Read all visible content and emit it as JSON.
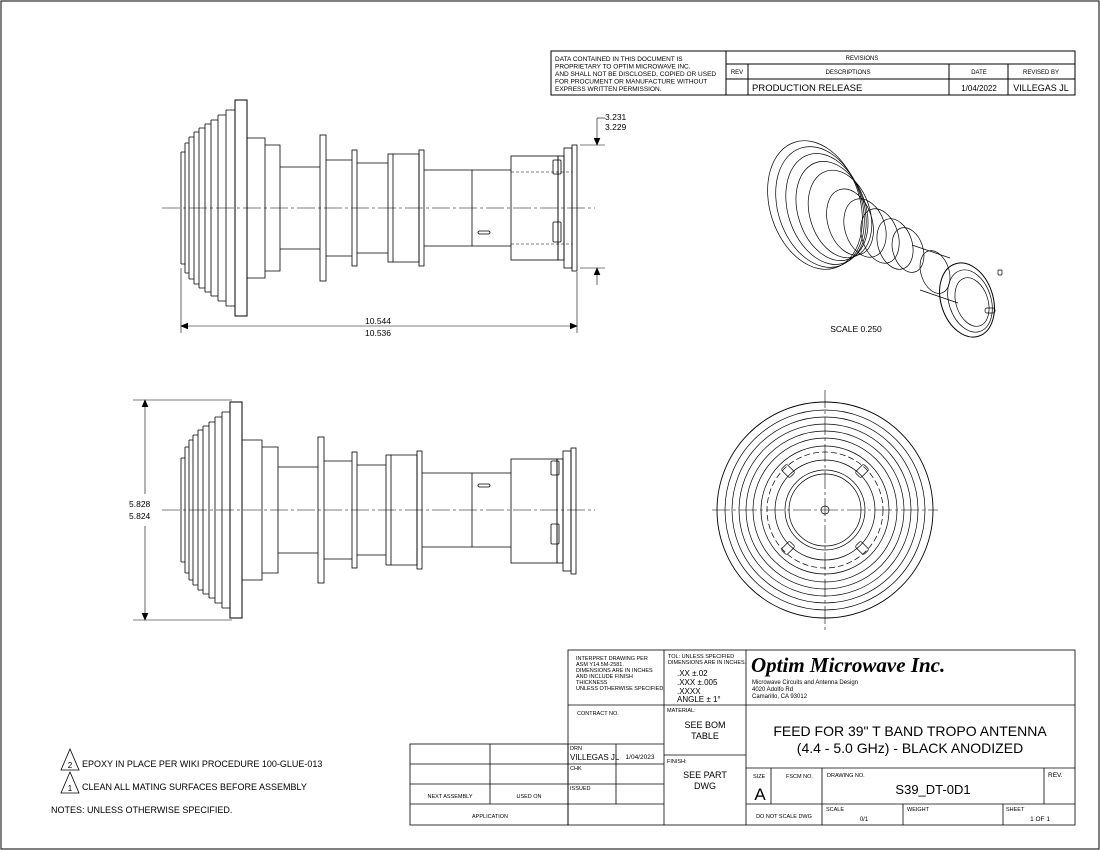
{
  "proprietary": {
    "lines": [
      "DATA CONTAINED IN THIS DOCUMENT IS",
      "PROPRIETARY TO OPTIM MICROWAVE INC.",
      "AND SHALL NOT BE DISCLOSED, COPIED OR USED",
      "FOR PROCUMENT OR MANUFACTURE WITHOUT",
      "EXPRESS WRITTEN PERMISSION."
    ]
  },
  "revisions": {
    "title": "REVISIONS",
    "col_rev": "REV",
    "col_desc": "DESCRIPTIONS",
    "col_date": "DATE",
    "col_by": "REVISED BY",
    "row": {
      "rev": "",
      "desc": "PRODUCTION RELEASE",
      "date": "1/04/2022",
      "by": "VILLEGAS JL"
    }
  },
  "dimensions": {
    "flange_top": "3.231",
    "flange_bottom": "3.229",
    "length_top": "10.544",
    "length_bottom": "10.536",
    "height_top": "5.828",
    "height_bottom": "5.824"
  },
  "iso_scale": "SCALE  0.250",
  "notes": {
    "header": "NOTES: UNLESS OTHERWISE SPECIFIED.",
    "items": [
      {
        "num": "2",
        "text": "EPOXY IN PLACE PER WIKI PROCEDURE 100-GLUE-013"
      },
      {
        "num": "1",
        "text": "CLEAN ALL MATING SURFACES BEFORE ASSEMBLY"
      }
    ]
  },
  "title_block": {
    "interpret": [
      "INTERPRET DRAWING PER",
      "ASM Y14.5M-2581.",
      "DIMENSIONS ARE IN INCHES",
      "AND INCLUDE FINISH",
      "THICKNESS",
      "UNLESS OTHERWISE SPECIFIED."
    ],
    "tol": {
      "header1": "TOL: UNLESS SPECIFIED",
      "header2": "DIMENSIONS ARE IN INCHES.",
      "xx": ".XX  ±.02",
      "xxx": ".XXX ±.005",
      "xxxx": ".XXXX",
      "angle": "ANGLE ± 1°"
    },
    "company": "Optim Microwave Inc.",
    "company_sub": [
      "Microwave Circuits and Antenna Design",
      "4020 Adolfo Rd",
      "Camarillo, CA 93012"
    ],
    "contract_no": "CONTRACT NO.",
    "material_label": "MATERIAL:",
    "material_value": [
      "SEE BOM",
      "TABLE"
    ],
    "finish_label": "FINISH:",
    "finish_value": [
      "SEE PART",
      "DWG"
    ],
    "drn_label": "DRN",
    "drn_name": "VILLEGAS JL",
    "drn_date": "1/04/2023",
    "chk_label": "CHK",
    "issued_label": "ISSUED",
    "title": [
      "FEED FOR 39\" T BAND TROPO ANTENNA",
      "(4.4 - 5.0 GHz) - BLACK ANODIZED"
    ],
    "size_label": "SIZE",
    "size_value": "A",
    "fscm_label": "FSCM NO.",
    "dwg_no_label": "DRAWING NO.",
    "dwg_no_value": "S39_DT-0D1",
    "rev_label": "REV.",
    "do_not_scale": "DO NOT SCALE DWG",
    "scale_label": "SCALE",
    "scale_value": "0/1",
    "weight_label": "WEIGHT",
    "sheet_label": "SHEET",
    "sheet_value": "1 OF 1",
    "next_assembly": "NEXT ASSEMBLY",
    "used_on": "USED ON",
    "application": "APPLICATION"
  }
}
